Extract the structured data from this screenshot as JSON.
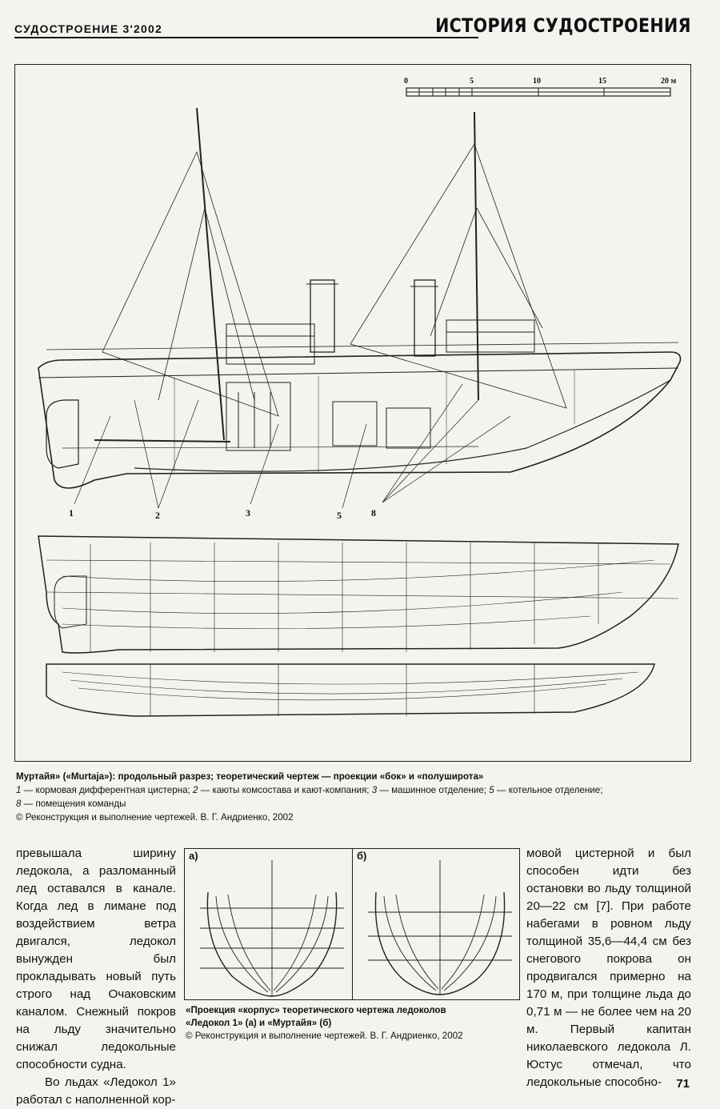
{
  "header": {
    "journal": "СУДОСТРОЕНИЕ 3'2002",
    "section": "ИСТОРИЯ СУДОСТРОЕНИЯ"
  },
  "drawing": {
    "scale_labels": [
      "0",
      "5",
      "10",
      "15",
      "20 м"
    ],
    "callouts": [
      "1",
      "2",
      "3",
      "5",
      "8"
    ]
  },
  "caption": {
    "title": "Муртайя» («Murtaja»): продольный разрез; теоретический чертеж — проекции «бок» и «полуширота»",
    "legend": [
      {
        "num": "1",
        "text": " — кормовая дифферентная цистерна; "
      },
      {
        "num": "2",
        "text": " — каюты комсостава и кают-компания; "
      },
      {
        "num": "3",
        "text": " — машинное отделение; "
      },
      {
        "num": "5",
        "text": " — котельное отделение;"
      },
      {
        "num": "8",
        "text": " — помещения команды"
      }
    ],
    "credit": "© Реконструкция и выполнение чертежей. В. Г. Андриенко, 2002"
  },
  "body": {
    "left_column": "превышала ширину ледокола, а разломанный лед оставался в канале. Когда лед в лимане под воздействием ветра двигался, ледокол вынужден был прокладывать новый путь строго над Очаковским каналом. Снежный покров на льду значительно снижал ледокольные способности судна.",
    "left_column_p2": "Во льдах «Ледокол 1» работал с наполненной кор-",
    "right_column": "мовой цистерной и был способен идти без остановки во льду толщиной 20—22 см [7]. При работе набегами в ровном льду толщиной 35,6—44,4 см без снегового покрова он продвигался примерно на 170 м, при толщине льда до 0,71 м — не более чем на 20 м. Первый капитан николаевского ледокола Л. Юстус отмечал, что ледокольные способно-"
  },
  "figure2": {
    "label_a": "а)",
    "label_b": "б)",
    "caption_line1": "«Проекция «корпус» теоретического чертежа ледоколов",
    "caption_line2": "«Ледокол 1» (а) и «Муртайя» (б)",
    "credit": "© Реконструкция и выполнение чертежей. В. Г. Андриенко, 2002"
  },
  "page_number": "71"
}
